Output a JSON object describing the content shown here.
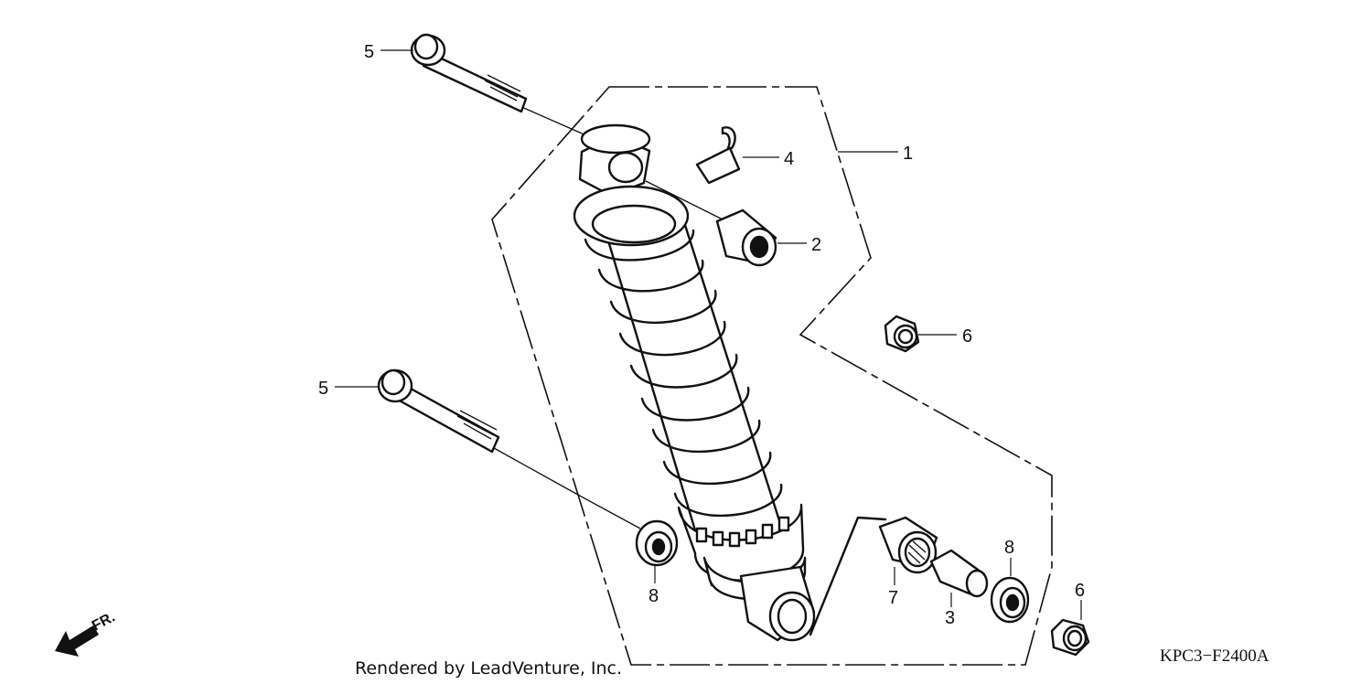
{
  "callouts": {
    "c1": "1",
    "c2": "2",
    "c3": "3",
    "c4": "4",
    "c5a": "5",
    "c5b": "5",
    "c6a": "6",
    "c6b": "6",
    "c7": "7",
    "c8a": "8",
    "c8b": "8"
  },
  "front_indicator": "FR.",
  "credit": "Rendered by LeadVenture, Inc.",
  "diagram_code": "KPC3−F2400A"
}
